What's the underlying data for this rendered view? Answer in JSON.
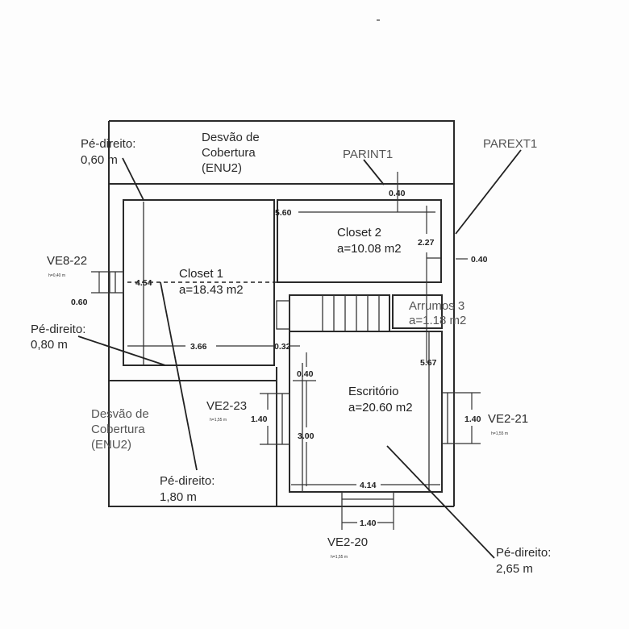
{
  "drawing": {
    "title": "Floor plan - attic level",
    "rooms": [
      {
        "id": "closet-1",
        "name": "Closet 1",
        "area": "a=18.43 m2"
      },
      {
        "id": "closet-2",
        "name": "Closet 2",
        "area": "a=10.08 m2"
      },
      {
        "id": "arrumos-3",
        "name": "Arrumos 3",
        "area": "a=1.18 m2"
      },
      {
        "id": "escritorio",
        "name": "Escritório",
        "area": "a=20.60 m2"
      }
    ],
    "attic_spaces": [
      {
        "id": "top",
        "line1": "Desvão de",
        "line2": "Cobertura",
        "line3": "(ENU2)"
      },
      {
        "id": "bottom-left",
        "line1": "Desvão de",
        "line2": "Cobertura",
        "line3": "(ENU2)"
      }
    ],
    "ceiling_heights": [
      {
        "id": "top-left",
        "label": "Pé-direito:",
        "value": "0,60 m"
      },
      {
        "id": "left",
        "label": "Pé-direito:",
        "value": "0,80 m"
      },
      {
        "id": "bottom-left",
        "label": "Pé-direito:",
        "value": "1,80 m"
      },
      {
        "id": "bottom-right",
        "label": "Pé-direito:",
        "value": "2,65 m"
      }
    ],
    "wall_tags": {
      "interior": "PARINT1",
      "exterior": "PAREXT1"
    },
    "windows": [
      {
        "id": "VE8-22",
        "label": "VE8-22",
        "height": "h=0,40 m",
        "width": "0.60"
      },
      {
        "id": "VE2-23",
        "label": "VE2-23",
        "height": "h=1,55 m",
        "width": "1.40"
      },
      {
        "id": "VE2-21",
        "label": "VE2-21",
        "height": "h=1,55 m",
        "width": "1.40"
      },
      {
        "id": "VE2-20",
        "label": "VE2-20",
        "height": "h=1,55 m",
        "width": "1.40"
      }
    ],
    "dimensions": {
      "closet1_width": "3.66",
      "closet1_depth": "4.54",
      "wall_gap": "0.32",
      "closet2_left": "5.60",
      "top_wall": "0.40",
      "closet2_depth": "2.27",
      "ext_wall": "0.40",
      "escritorio_wall": "0.40",
      "escritorio_depth_left": "3.00",
      "escritorio_depth_right": "5.67",
      "escritorio_width": "4.14"
    }
  }
}
